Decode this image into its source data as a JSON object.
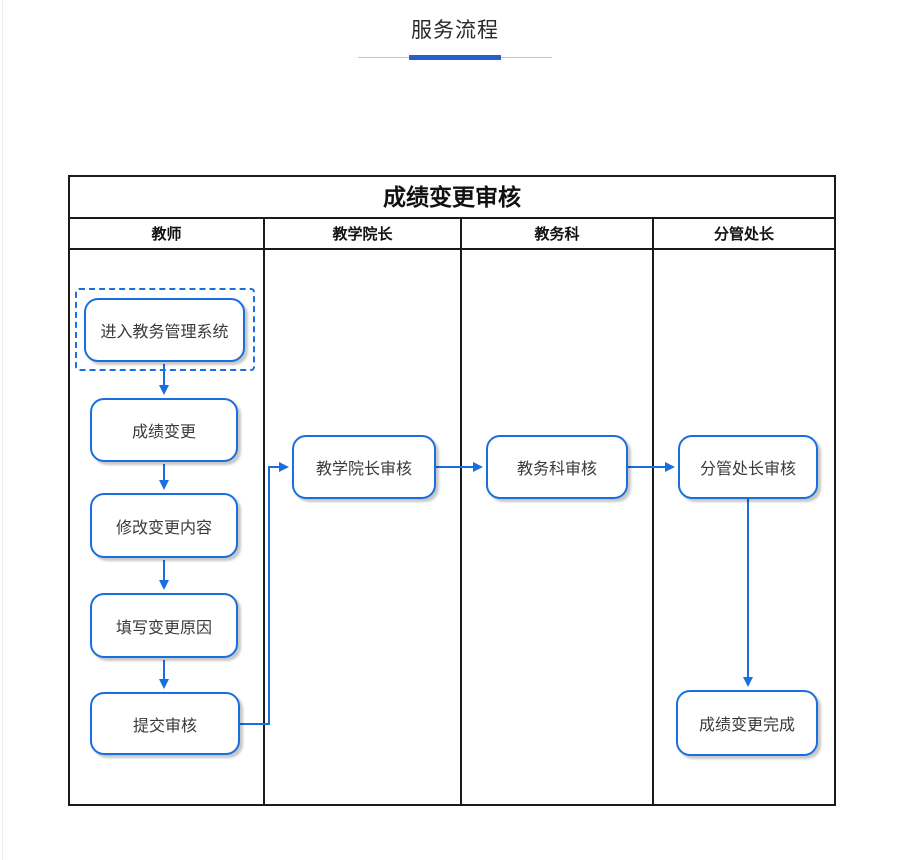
{
  "header": {
    "title": "服务流程"
  },
  "flowchart": {
    "title": "成绩变更审核",
    "lanes": [
      {
        "label": "教师"
      },
      {
        "label": "教学院长"
      },
      {
        "label": "教务科"
      },
      {
        "label": "分管处长"
      }
    ],
    "nodes": [
      {
        "id": "enter-system",
        "label": "进入教务管理系统",
        "lane": "教师",
        "shape": "rounded-rect-in-dashed-frame"
      },
      {
        "id": "grade-change",
        "label": "成绩变更",
        "lane": "教师",
        "shape": "rounded-rect"
      },
      {
        "id": "modify-content",
        "label": "修改变更内容",
        "lane": "教师",
        "shape": "rounded-rect"
      },
      {
        "id": "fill-reason",
        "label": "填写变更原因",
        "lane": "教师",
        "shape": "rounded-rect"
      },
      {
        "id": "submit-review",
        "label": "提交审核",
        "lane": "教师",
        "shape": "rounded-rect"
      },
      {
        "id": "dean-review",
        "label": "教学院长审核",
        "lane": "教学院长",
        "shape": "rounded-rect"
      },
      {
        "id": "section-review",
        "label": "教务科审核",
        "lane": "教务科",
        "shape": "rounded-rect"
      },
      {
        "id": "director-review",
        "label": "分管处长审核",
        "lane": "分管处长",
        "shape": "rounded-rect"
      },
      {
        "id": "done",
        "label": "成绩变更完成",
        "lane": "分管处长",
        "shape": "rounded-rect"
      }
    ],
    "edges": [
      {
        "from": "enter-system",
        "to": "grade-change"
      },
      {
        "from": "grade-change",
        "to": "modify-content"
      },
      {
        "from": "modify-content",
        "to": "fill-reason"
      },
      {
        "from": "fill-reason",
        "to": "submit-review"
      },
      {
        "from": "submit-review",
        "to": "dean-review"
      },
      {
        "from": "dean-review",
        "to": "section-review"
      },
      {
        "from": "section-review",
        "to": "director-review"
      },
      {
        "from": "director-review",
        "to": "done"
      }
    ],
    "colors": {
      "node_border": "#1a6fe0",
      "connector": "#1a6fe0",
      "table_border": "#1a1a1a",
      "underline_thick": "#2560c8",
      "underline_thin": "#b6c7e6",
      "node_text": "#3a3a3a"
    }
  }
}
